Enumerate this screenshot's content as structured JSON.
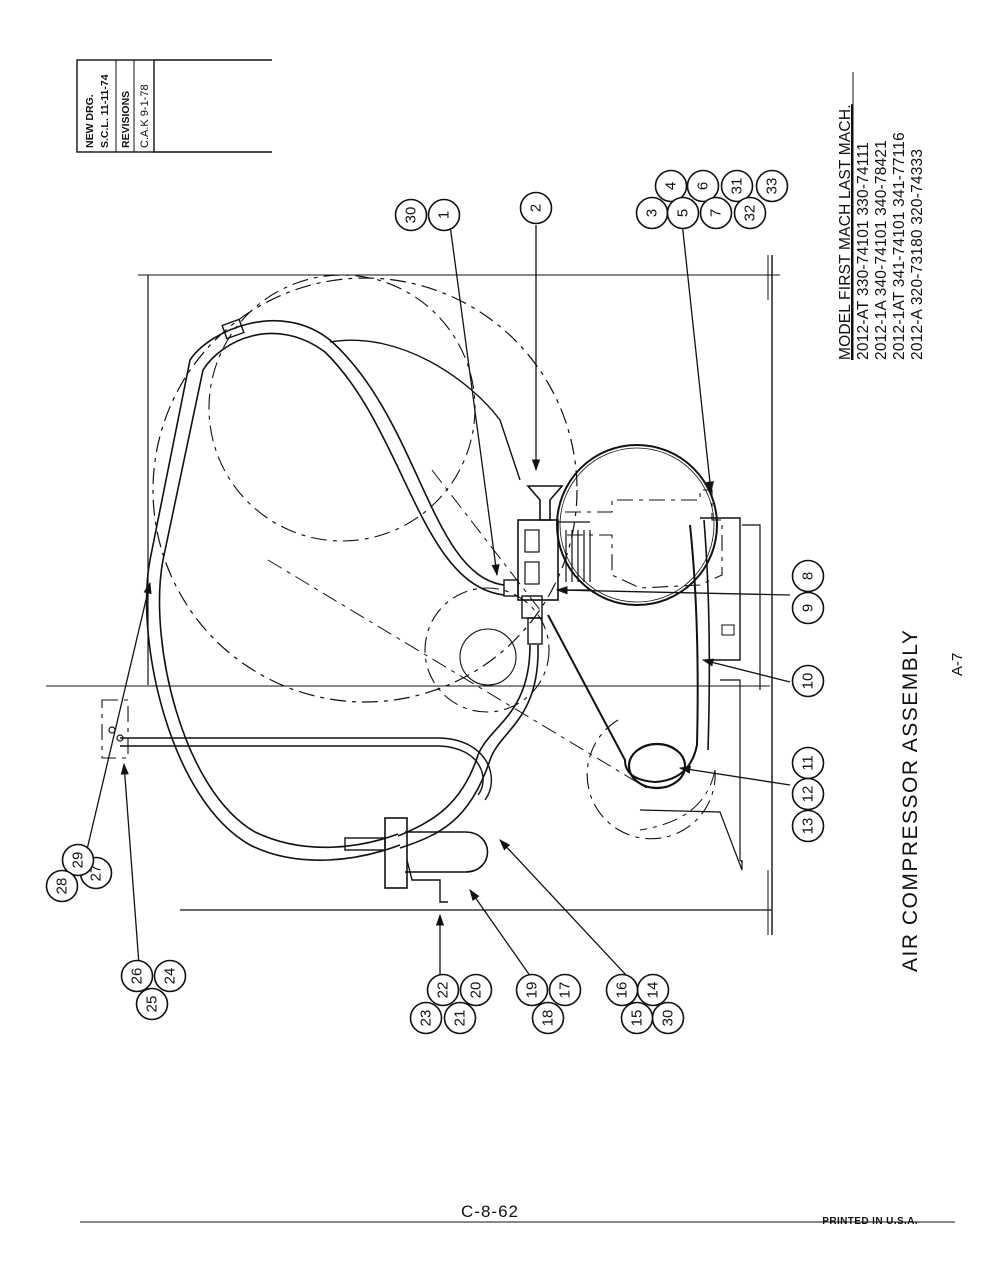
{
  "drawing_block": {
    "line1": "NEW  DRG.",
    "line2": "S.C.L. 11-11-74",
    "line3": "REVISIONS",
    "line4": "C.A.K 9-1-78"
  },
  "model_table": {
    "header": "MODEL  FIRST  MACH  LAST  MACH.",
    "rows": [
      "2012-AT   330-74101   330-74111",
      "2012-1A   340-74101   340-78421",
      "2012-1AT   341-74101   341-77116",
      "2012-A    320-73180   320-74333"
    ]
  },
  "title": "AIR  COMPRESSOR  ASSEMBLY",
  "sheet": "A-7",
  "page_number": "C-8-62",
  "footer": "PRINTED  IN  U.S.A.",
  "callouts": {
    "c30a": "30",
    "c1": "1",
    "c2": "2",
    "c3": "3",
    "c4": "4",
    "c5": "5",
    "c6": "6",
    "c7": "7",
    "c31": "31",
    "c32": "32",
    "c33": "33",
    "c8": "8",
    "c9": "9",
    "c10": "10",
    "c11": "11",
    "c12": "12",
    "c13": "13",
    "c14": "14",
    "c15": "15",
    "c16": "16",
    "c30b": "30",
    "c17": "17",
    "c18": "18",
    "c19": "19",
    "c20": "20",
    "c21": "21",
    "c22": "22",
    "c23": "23",
    "c24": "24",
    "c25": "25",
    "c26": "26",
    "c27": "27",
    "c28": "28",
    "c29": "29"
  }
}
